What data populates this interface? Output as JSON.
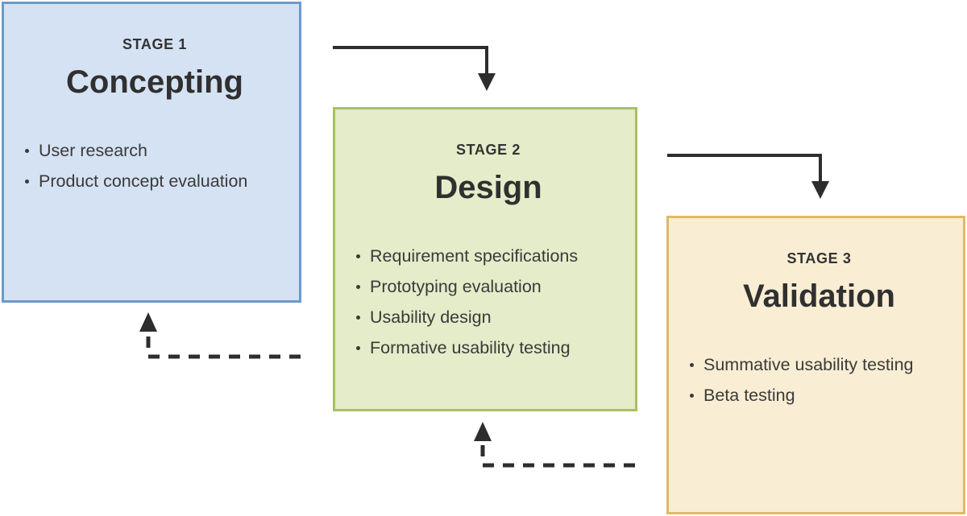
{
  "diagram": {
    "type": "process-flow",
    "flow_direction": "stage1 -> stage2 -> stage3 with dashed feedback loops back to previous stage"
  },
  "colors": {
    "background": "#ffffff",
    "arrow": "#2d2d2d",
    "text": "#3a3a3a",
    "stage1_fill": "#d5e2f3",
    "stage1_border": "#6d99c8",
    "stage2_fill": "#e4ecc9",
    "stage2_border": "#a8c062",
    "stage3_fill": "#f9edd3",
    "stage3_border": "#dfba66"
  },
  "stages": [
    {
      "label": "STAGE 1",
      "title": "Concepting",
      "items": [
        "User research",
        "Product concept evaluation"
      ],
      "fill": "#d5e2f3",
      "border": "#6d99c8"
    },
    {
      "label": "STAGE 2",
      "title": "Design",
      "items": [
        "Requirement specifications",
        "Prototyping evaluation",
        "Usability design",
        "Formative usability testing"
      ],
      "fill": "#e4ecc9",
      "border": "#a8c062"
    },
    {
      "label": "STAGE 3",
      "title": "Validation",
      "items": [
        "Summative usability testing",
        "Beta testing"
      ],
      "fill": "#f9edd3",
      "border": "#dfba66"
    }
  ],
  "arrows": [
    {
      "from": "Concepting",
      "to": "Design",
      "style": "solid"
    },
    {
      "from": "Design",
      "to": "Validation",
      "style": "solid"
    },
    {
      "from": "Design",
      "to": "Concepting",
      "style": "dashed-feedback"
    },
    {
      "from": "Validation",
      "to": "Design",
      "style": "dashed-feedback"
    }
  ]
}
